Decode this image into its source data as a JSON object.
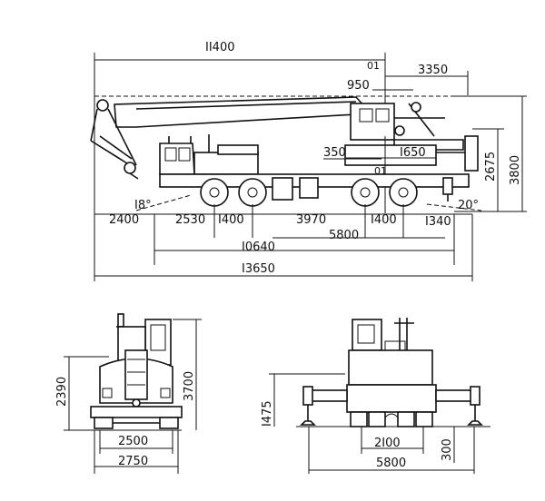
{
  "side_view": {
    "dims": {
      "total_boom": "II400",
      "front_overhang": "3350",
      "pivot_offset": "950",
      "pivot_label_top": "01",
      "pivot_label_low": "01",
      "cab_offset": "350",
      "boom_pivot_height": "I650",
      "height_1": "2675",
      "height_2": "3800",
      "angle_rear": "I8°",
      "angle_front": "20°",
      "rear_overhang": "2400",
      "axle_1": "2530",
      "axle_2": "I400",
      "axle_3": "3970",
      "axle_4": "I400",
      "axle_5": "I340",
      "outrigger_span": "5800",
      "wheelbase_total": "I0640",
      "overall_length": "I3650"
    }
  },
  "rear_view": {
    "dims": {
      "height_left": "2390",
      "height_right": "3700",
      "track": "2500",
      "width": "2750"
    }
  },
  "front_view": {
    "dims": {
      "beam_height": "I475",
      "inner_span": "2I00",
      "ground_clear": "300",
      "outrigger_width": "5800"
    }
  }
}
